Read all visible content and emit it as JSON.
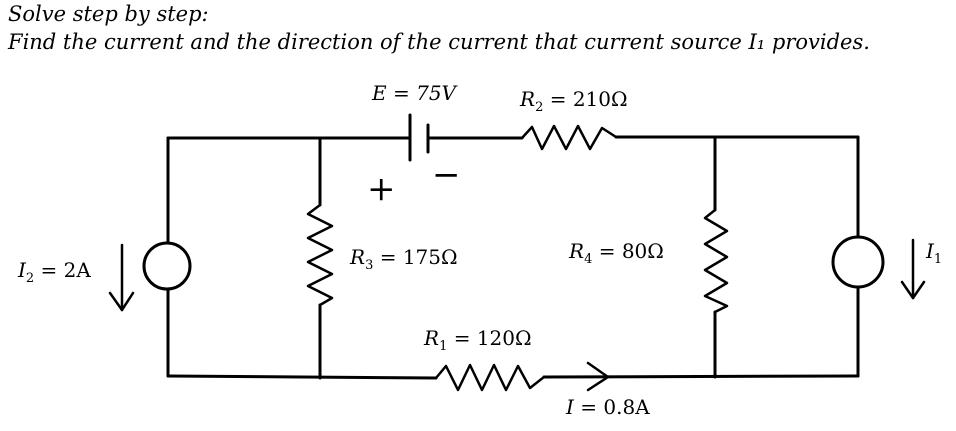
{
  "question": {
    "line1": "Solve step by step:",
    "line2": "Find the current and the direction of the current that current source I₁ provides."
  },
  "labels": {
    "E": {
      "sym": "E",
      "eq": " = ",
      "val": "75V"
    },
    "R2": {
      "sym": "R",
      "sub": "2",
      "eq": " = ",
      "val": "210Ω"
    },
    "R3": {
      "sym": "R",
      "sub": "3",
      "eq": " = ",
      "val": "175Ω"
    },
    "R4": {
      "sym": "R",
      "sub": "4",
      "eq": " = ",
      "val": "80Ω"
    },
    "R1": {
      "sym": "R",
      "sub": "1",
      "eq": " = ",
      "val": "120Ω"
    },
    "I2": {
      "sym": "I",
      "sub": "2",
      "eq": " = ",
      "val": "2A"
    },
    "I1": {
      "sym": "I",
      "sub": "1"
    },
    "I": {
      "sym": "I",
      "eq": " = ",
      "val": "0.8A"
    }
  },
  "polarity": {
    "plus": "+",
    "minus": "−"
  }
}
